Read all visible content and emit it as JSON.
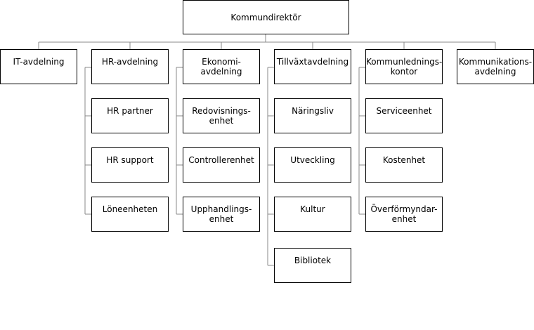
{
  "org_chart": {
    "root": "Kommundirektör",
    "departments": [
      {
        "label": "IT-avdelning",
        "units": []
      },
      {
        "label": "HR-avdelning",
        "units": [
          "HR partner",
          "HR support",
          "Löneenheten"
        ]
      },
      {
        "label": "Ekonomi-\navdelning",
        "units": [
          "Redovisnings-\nenhet",
          "Controllerenhet",
          "Upphandlings-\nenhet"
        ]
      },
      {
        "label": "Tillväxtavdelning",
        "units": [
          "Näringsliv",
          "Utveckling",
          "Kultur",
          "Bibliotek"
        ]
      },
      {
        "label": "Kommunlednings-\nkontor",
        "units": [
          "Serviceenhet",
          "Kostenhet",
          "Överförmyndar-\nenhet"
        ]
      },
      {
        "label": "Kommunikations-\navdelning",
        "units": []
      }
    ]
  }
}
